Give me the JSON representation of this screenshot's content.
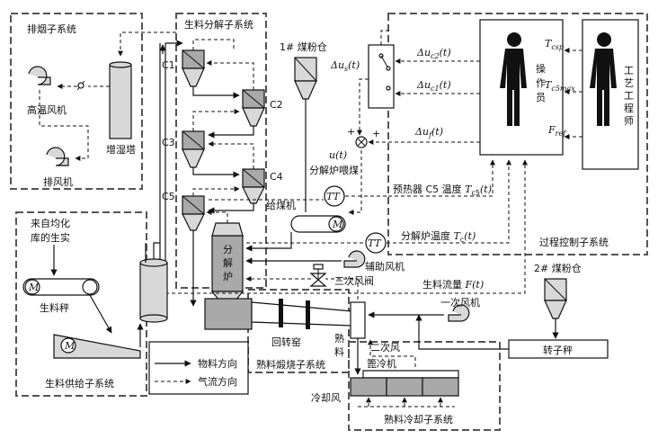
{
  "subsystems": {
    "exhaust": "排烟子系统",
    "decomposition": "生料分解子系统",
    "process_control": "过程控制子系统",
    "feed": "生料供给子系统",
    "calcination": "熟料煅烧子系统",
    "cooling": "熟料冷却子系统"
  },
  "equipment": {
    "high_temp_fan": "高温风机",
    "humidifier": "增湿塔",
    "exhaust_fan": "排风机",
    "coal_bin1": "1# 煤粉仓",
    "coal_bin2": "2# 煤粉仓",
    "c1": "C1",
    "c2": "C2",
    "c3": "C3",
    "c4": "C4",
    "c5": "C5",
    "calciner_chars": [
      "分",
      "解",
      "炉"
    ],
    "operator_chars": [
      "操",
      "作",
      "员"
    ],
    "engineer_chars": [
      "工",
      "艺",
      "工",
      "程",
      "师"
    ],
    "raw_source_lines": [
      "来自均化",
      "库的生实"
    ],
    "raw_scale": "生料秤",
    "coal_feeder": "给煤机",
    "aux_fan": "辅助风机",
    "tertiary_valve": "三次风阀",
    "primary_fan": "一次风机",
    "rotor_scale": "转子秤",
    "kiln": "回转窑",
    "clinker_chars": [
      "熟",
      "料"
    ],
    "secondary_air": "二次风",
    "grate_cooler": "篦冷机",
    "cooling_air": "冷却风",
    "motor": "M",
    "tt": "TT"
  },
  "signals": {
    "u_s": "Δu",
    "u_s_sub": "s",
    "u_s_t": "(t)",
    "u_c2": "Δu",
    "u_c2_sub": "c2",
    "u_c2_t": "(t)",
    "u_c1": "Δu",
    "u_c1_sub": "c1",
    "u_c1_t": "(t)",
    "u_f": "Δu",
    "u_f_sub": "f",
    "u_f_t": "(t)",
    "t_csp": "T",
    "t_csp_sub": "csp",
    "t_c5max": "T",
    "t_c5max_sub": "c5max",
    "f_ref": "F",
    "f_ref_sub": "ref",
    "u_t": "u(t)",
    "calciner_coal": "分解炉喂煤",
    "preheater_temp": "预热器 C5 温度 ",
    "preheater_temp_var": "T",
    "preheater_temp_sub": "c5",
    "preheater_temp_t": "(t)",
    "calciner_temp": "分解炉温度 ",
    "calciner_temp_var": "T",
    "calciner_temp_sub": "c",
    "calciner_temp_t": "(t)",
    "raw_flow": "生料流量 ",
    "raw_flow_var": "F",
    "raw_flow_t": "(t)",
    "plus1": "+",
    "plus2": "+"
  },
  "legend": {
    "material": "物料方向",
    "gas": "气流方向"
  }
}
